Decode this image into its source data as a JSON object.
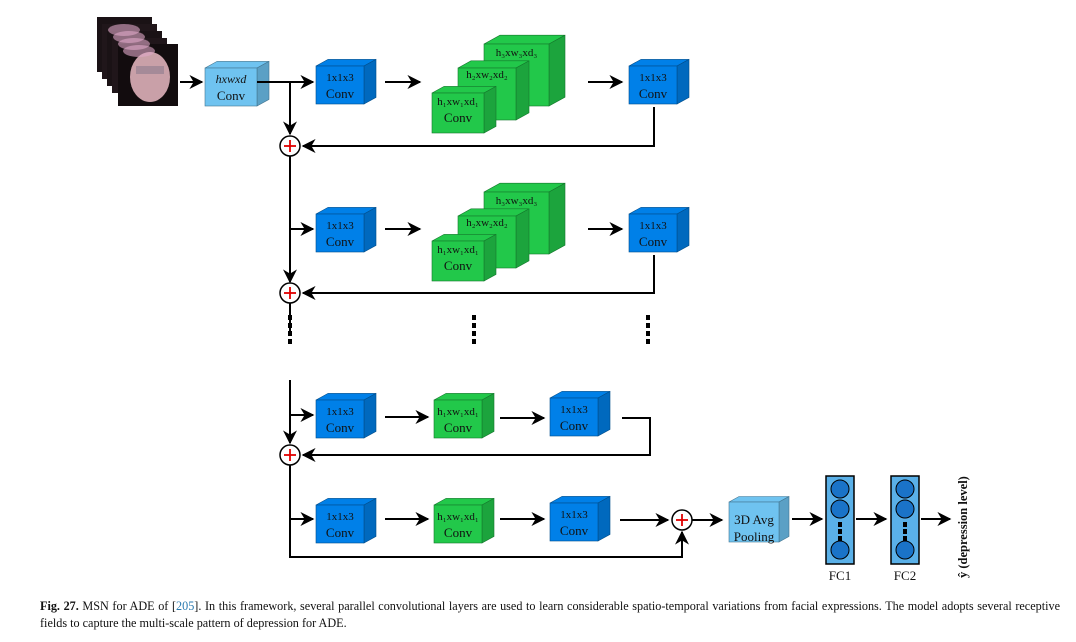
{
  "diagram": {
    "input_label": "hxwxd",
    "input_conv": "Conv",
    "conv_1x1_label": "1x1x3",
    "conv_word": "Conv",
    "green_labels": {
      "first": "h₁xw₁xd₁",
      "second": "h₂xw₂xd₂",
      "third": "h₃xw₃xd₃"
    },
    "pooling_label_line1": "3D Avg",
    "pooling_label_line2": "Pooling",
    "fc1_label": "FC1",
    "fc2_label": "FC2",
    "output_label": "ŷ (depression level)",
    "colors": {
      "blue_conv": "#0080e8",
      "light_blue": "#6fc3f0",
      "green_conv": "#22c84a",
      "fc_fill": "#5ab0e8",
      "node_fill": "#1a73c8",
      "plus_red": "#e00000"
    }
  },
  "caption": {
    "fig": "Fig. 27.",
    "text_before_ref": " MSN for ADE of [",
    "ref": "205",
    "text_after_ref": "]. In this framework, several parallel convolutional layers are used to learn considerable spatio-temporal variations from facial expressions. The model adopts several receptive fields to capture the multi-scale pattern of depression for ADE."
  }
}
